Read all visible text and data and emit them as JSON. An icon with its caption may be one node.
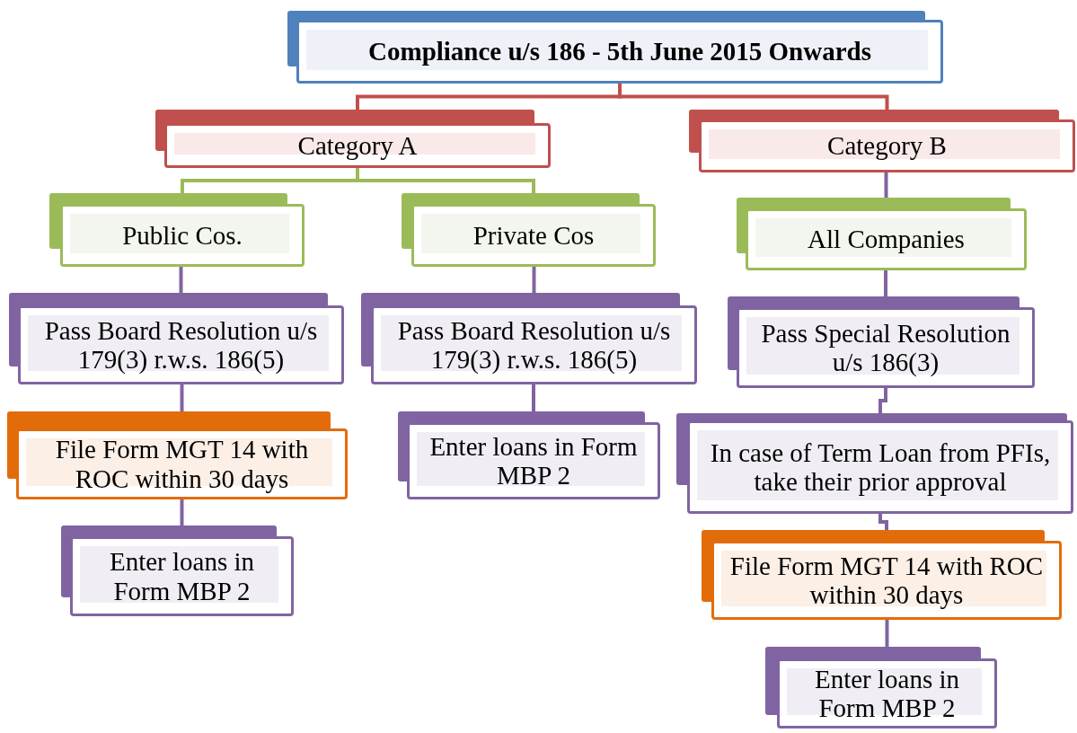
{
  "diagram": {
    "nodes": [
      {
        "text": [
          "Compliance u/s 186 - 5th June 2015 Onwards"
        ]
      },
      {
        "text": [
          "Category A"
        ]
      },
      {
        "text": [
          "Category B"
        ]
      },
      {
        "text": [
          "Public Cos."
        ]
      },
      {
        "text": [
          "Private Cos"
        ]
      },
      {
        "text": [
          "All Companies"
        ]
      },
      {
        "text": [
          "Pass Board Resolution u/s 179(3) r.w.s. 186(5)"
        ]
      },
      {
        "text": [
          "Pass Board Resolution u/s 179(3) r.w.s. 186(5)"
        ]
      },
      {
        "text": [
          "Pass Special Resolution u/s 186(3)"
        ]
      },
      {
        "text": [
          "File Form MGT 14 with ROC within 30 days"
        ]
      },
      {
        "text": [
          "Enter loans in Form MBP 2"
        ]
      },
      {
        "text": [
          "In case of Term Loan from PFIs, take their prior approval"
        ]
      },
      {
        "text": [
          "Enter loans in Form MBP 2"
        ]
      },
      {
        "text": [
          "File Form MGT 14 with ROC within 30 days"
        ]
      },
      {
        "text": [
          "Enter loans in Form MBP 2"
        ]
      }
    ],
    "edges": [
      {
        "from": 0,
        "to": 1,
        "arrow": "none",
        "color": "#c0504d"
      },
      {
        "from": 0,
        "to": 2,
        "arrow": "none",
        "color": "#c0504d"
      },
      {
        "from": 1,
        "to": 3,
        "arrow": "none",
        "color": "#9bbb59"
      },
      {
        "from": 1,
        "to": 4,
        "arrow": "none",
        "color": "#9bbb59"
      },
      {
        "from": 2,
        "to": 5,
        "arrow": "none"
      },
      {
        "from": 3,
        "to": 6,
        "arrow": "none"
      },
      {
        "from": 4,
        "to": 7,
        "arrow": "none"
      },
      {
        "from": 5,
        "to": 8,
        "arrow": "none"
      },
      {
        "from": 6,
        "to": 9,
        "arrow": "none"
      },
      {
        "from": 7,
        "to": 10,
        "arrow": "none"
      },
      {
        "from": 8,
        "to": 11,
        "arrow": "none"
      },
      {
        "from": 9,
        "to": 12,
        "arrow": "none"
      },
      {
        "from": 11,
        "to": 13,
        "arrow": "none"
      },
      {
        "from": 13,
        "to": 14,
        "arrow": "none"
      }
    ]
  }
}
